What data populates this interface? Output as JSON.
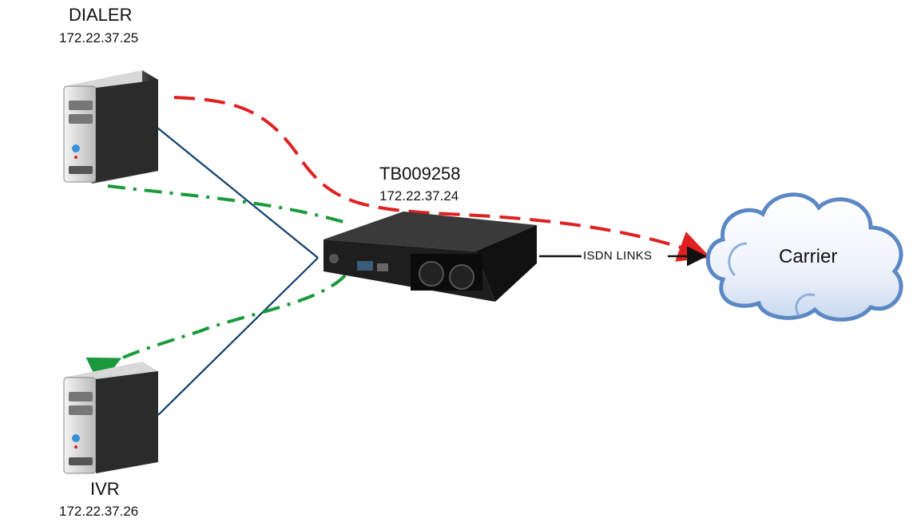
{
  "nodes": {
    "dialer": {
      "name": "DIALER",
      "ip": "172.22.37.25"
    },
    "gateway": {
      "name": "TB009258",
      "ip": "172.22.37.24"
    },
    "ivr": {
      "name": "IVR",
      "ip": "172.22.37.26"
    },
    "carrier": {
      "name": "Carrier"
    }
  },
  "links": {
    "isdn_label": "ISDN LINKS"
  },
  "colors": {
    "dialer_flow": "#e02020",
    "ivr_flow": "#1a9a3c",
    "network_link": "#0f3f6e",
    "cloud": "#5b88c4"
  },
  "icons": [
    "server-icon",
    "gateway-device-icon",
    "cloud-icon"
  ]
}
